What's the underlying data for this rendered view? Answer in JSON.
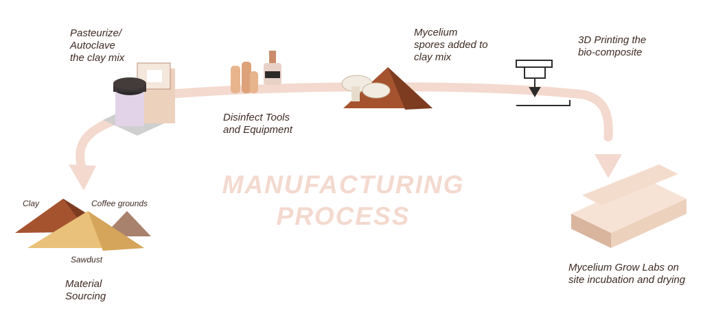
{
  "title": {
    "line1": "MANUFACTURING",
    "line2": "PROCESS"
  },
  "steps": {
    "material_sourcing": {
      "line1": "Material",
      "line2": "Sourcing"
    },
    "pasteurize": {
      "line1": "Pasteurize/",
      "line2": "Autoclave",
      "line3": "the clay mix"
    },
    "disinfect": {
      "line1": "Disinfect Tools",
      "line2": "and Equipment"
    },
    "mycelium_spores": {
      "line1": "Mycelium",
      "line2": "spores added to",
      "line3": "clay mix"
    },
    "printing": {
      "line1": "3D Printing the",
      "line2": "bio-composite"
    },
    "grow_labs": {
      "line1": "Mycelium Grow Labs on",
      "line2": "site incubation and drying"
    }
  },
  "materials": {
    "clay": "Clay",
    "coffee": "Coffee grounds",
    "sawdust": "Sawdust"
  },
  "colors": {
    "arrow": "#f3d9ce",
    "title": "#f3d9ce",
    "text": "#3d2a22",
    "clay": "#a5532f",
    "sawdust": "#e9c17a",
    "coffee": "#a9826d",
    "container": "#ecd1bd"
  }
}
